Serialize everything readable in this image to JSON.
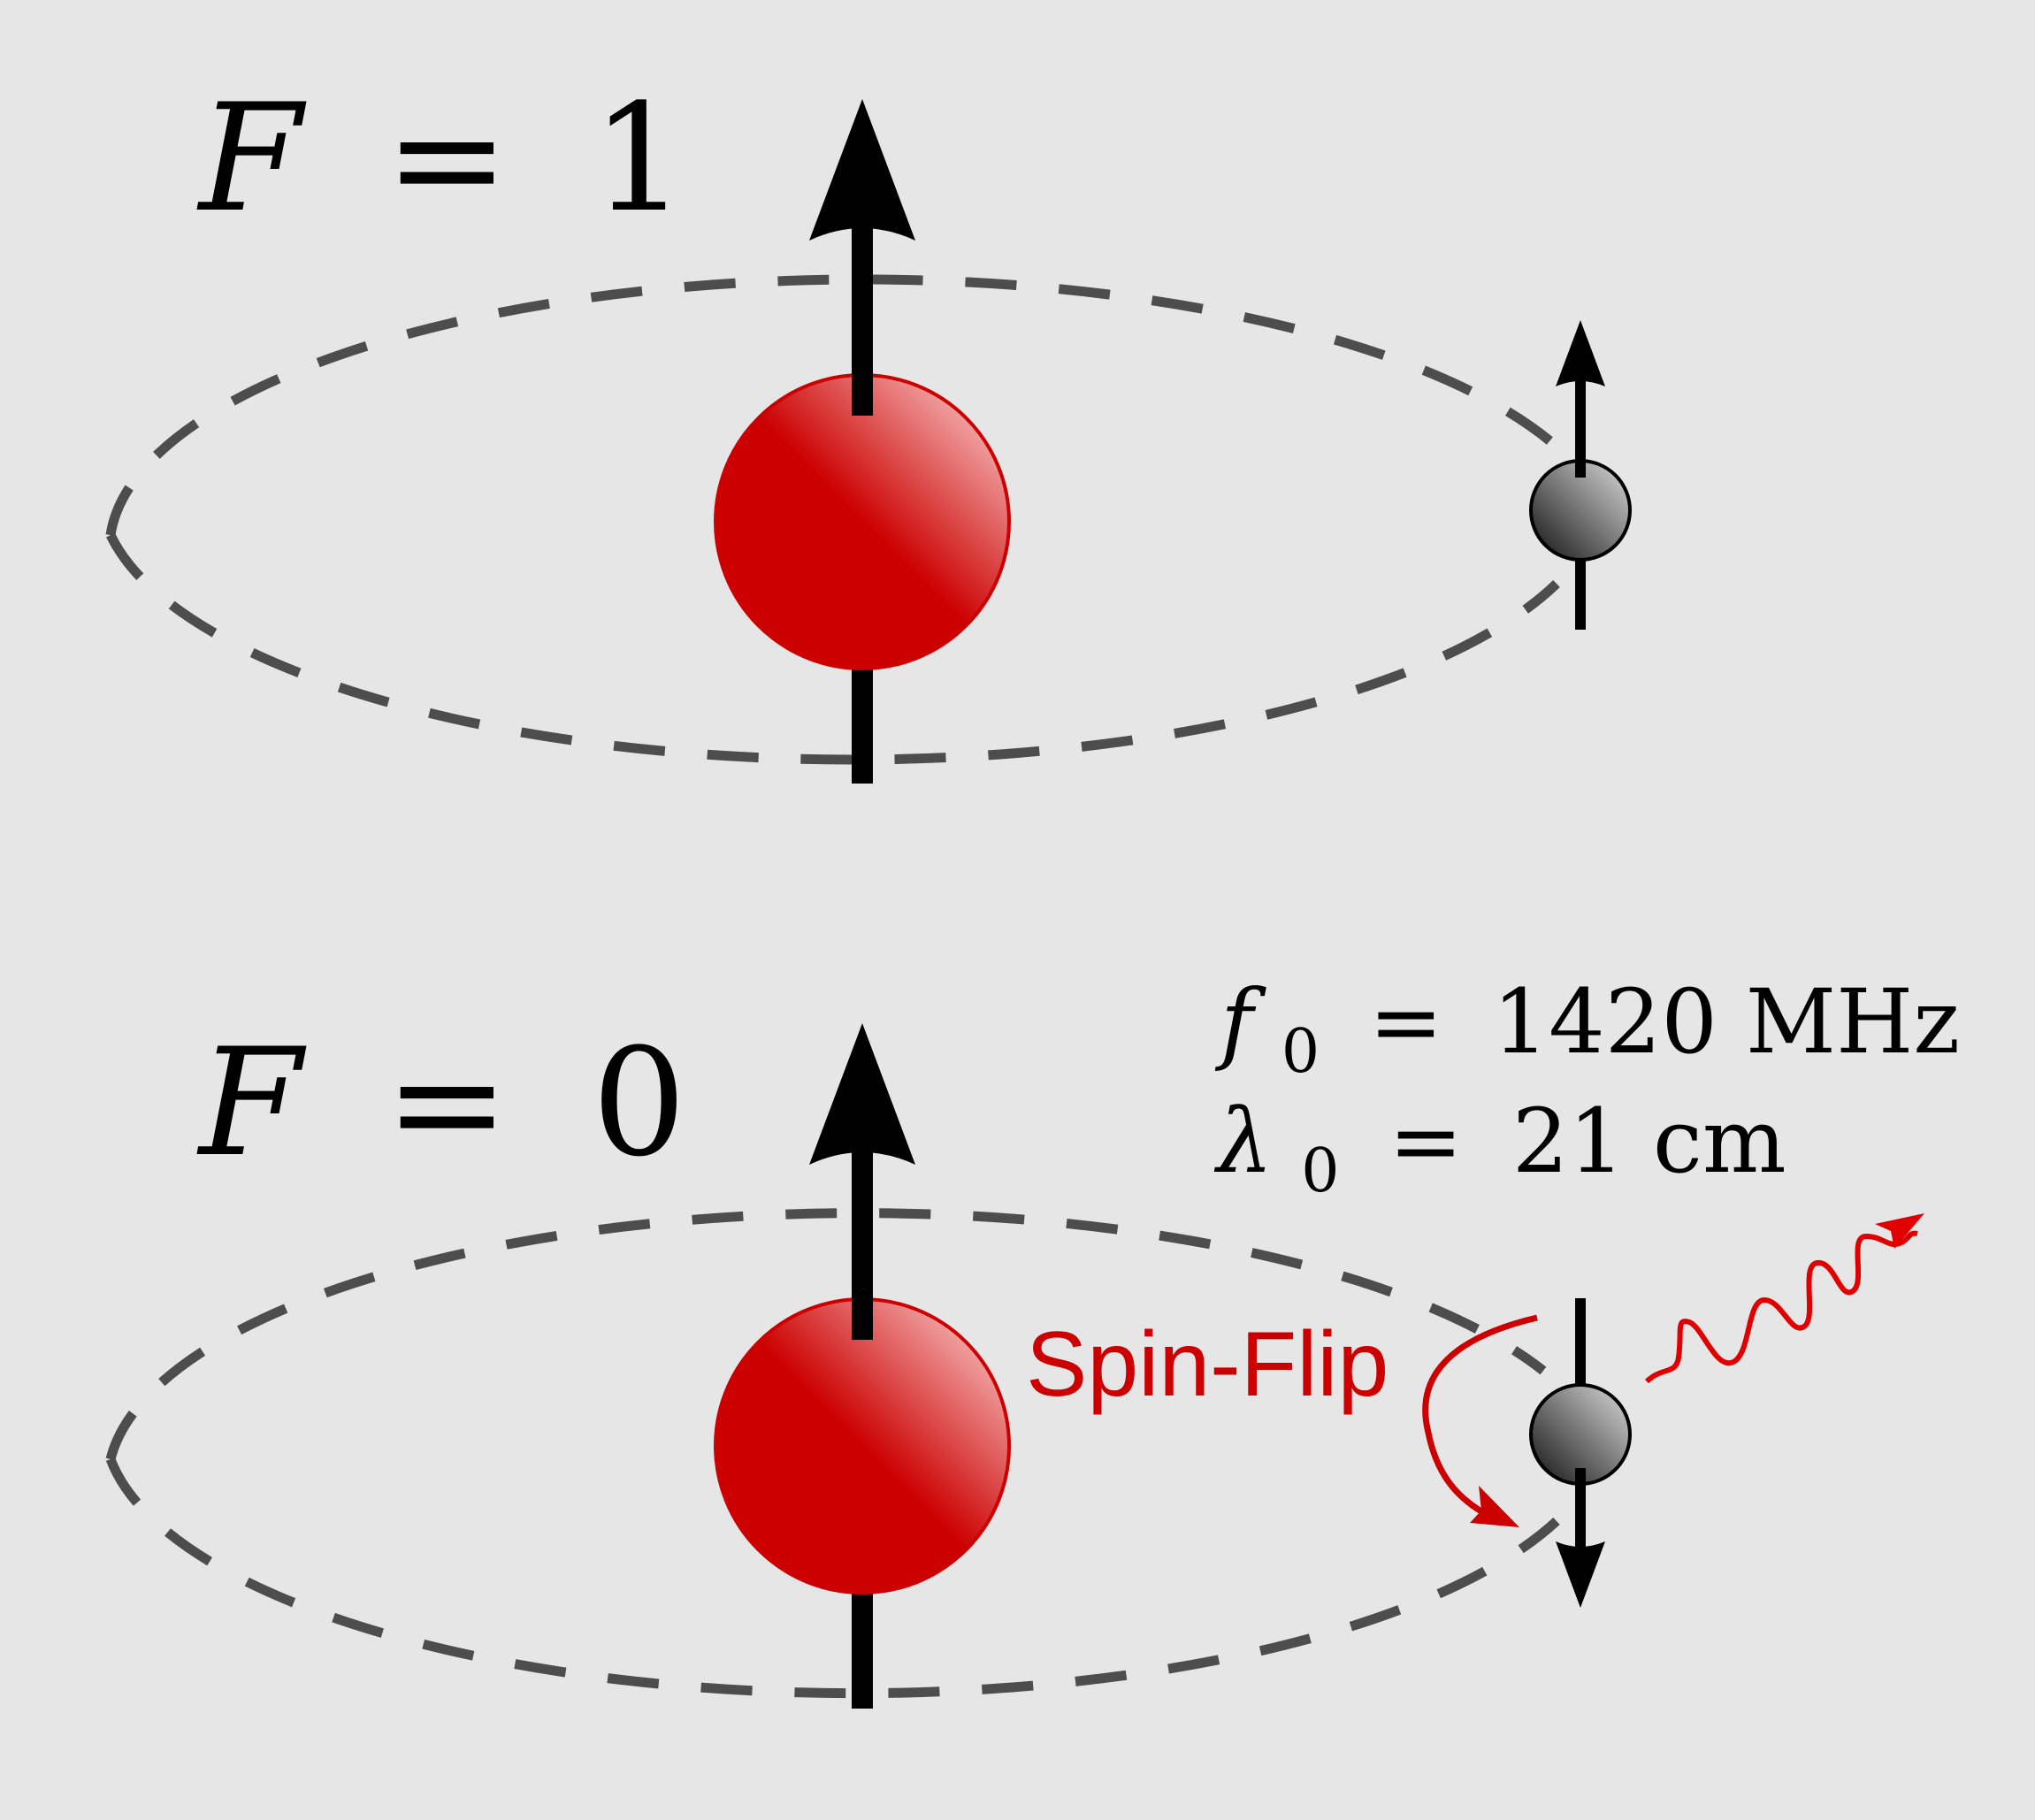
{
  "upper_state": {
    "label_var": "F",
    "label_eq": "=",
    "label_val": "1"
  },
  "lower_state": {
    "label_var": "F",
    "label_eq": "=",
    "label_val": "0"
  },
  "frequency": {
    "symbol": "f",
    "subscript": "0",
    "eq": "=",
    "value": "1420 MHz"
  },
  "wavelength": {
    "symbol": "λ",
    "subscript": "0",
    "eq": "=",
    "value": "21 cm"
  },
  "transition": {
    "label": "Spin-Flip"
  },
  "colors": {
    "background": "#e6e6e6",
    "proton": "#cc0000",
    "electron": "#444444",
    "orbit": "#4d4d4d",
    "spin_flip": "#cc0000",
    "photon": "#e00000"
  }
}
